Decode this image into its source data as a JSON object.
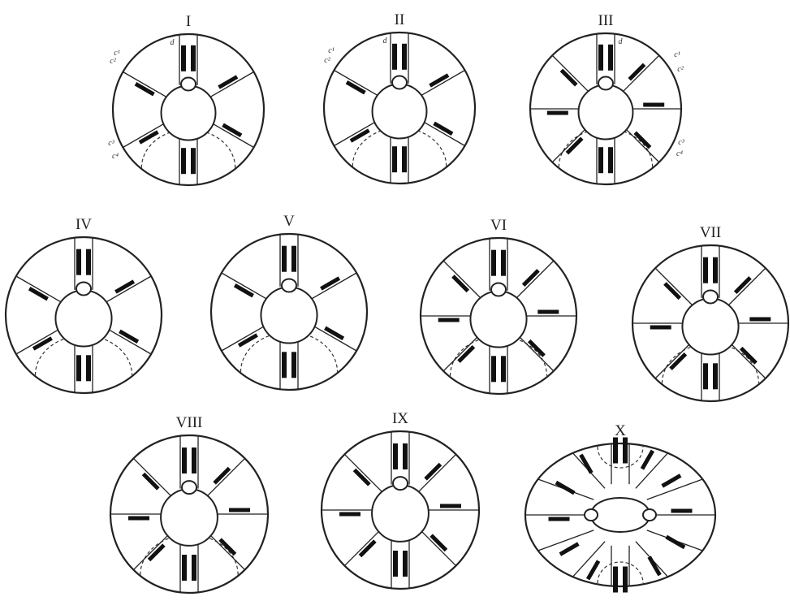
{
  "figures": [
    {
      "numeral": "I",
      "mesenteries": 6,
      "letters": [
        "d",
        "c¹",
        "c²",
        "c³",
        "c⁴"
      ]
    },
    {
      "numeral": "II",
      "mesenteries": 6,
      "letters": [
        "d",
        "c¹",
        "c²"
      ]
    },
    {
      "numeral": "III",
      "mesenteries": 8,
      "letters": [
        "d",
        "c¹",
        "c²",
        "c³",
        "c⁴"
      ]
    },
    {
      "numeral": "IV",
      "mesenteries": 6,
      "letters": []
    },
    {
      "numeral": "V",
      "mesenteries": 6,
      "letters": []
    },
    {
      "numeral": "VI",
      "mesenteries": 8,
      "letters": []
    },
    {
      "numeral": "VII",
      "mesenteries": 8,
      "letters": []
    },
    {
      "numeral": "VIII",
      "mesenteries": 8,
      "letters": []
    },
    {
      "numeral": "IX",
      "mesenteries": 8,
      "letters": []
    },
    {
      "numeral": "X",
      "mesenteries": 12,
      "letters": []
    }
  ]
}
